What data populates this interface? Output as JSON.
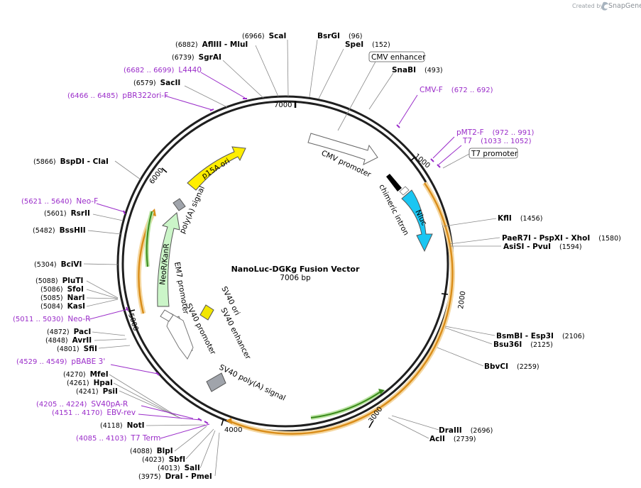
{
  "credit": {
    "prefix": "Created by",
    "brand": "SnapGene"
  },
  "map": {
    "title": "NanoLuc-DGKg Fusion Vector",
    "length_label": "7006 bp",
    "total_bp": 7006,
    "ticks": [
      "1000",
      "2000",
      "3000",
      "4000",
      "5000",
      "6000",
      "7000"
    ]
  },
  "features": [
    {
      "id": "cmv-promoter",
      "label": "CMV promoter",
      "color": "#ffffff"
    },
    {
      "id": "chimeric-intron",
      "label": "chimeric intron",
      "color": "#000000"
    },
    {
      "id": "nluc",
      "label": "Nluc",
      "color": "#1ac6f2"
    },
    {
      "id": "sv40-polya",
      "label": "SV40 poly(A) signal",
      "color": "#a0a4ab"
    },
    {
      "id": "sv40-promoter",
      "label": "SV40 promoter",
      "color": "#ffffff"
    },
    {
      "id": "sv40-enhancer",
      "label": "SV40 enhancer",
      "color": "#ffffff"
    },
    {
      "id": "sv40-ori",
      "label": "SV40 ori",
      "color": "#f2e600"
    },
    {
      "id": "em7-promoter",
      "label": "EM7 promoter",
      "color": "#ffffff"
    },
    {
      "id": "neor-kanr",
      "label": "NeoR/KanR",
      "color": "#cbf5c8"
    },
    {
      "id": "polya-signal",
      "label": "poly(A) signal",
      "color": "#a0a4ab"
    },
    {
      "id": "p15a-ori",
      "label": "p15A ori",
      "color": "#ffee00"
    }
  ],
  "boxed_labels": [
    {
      "id": "cmv-enhancer",
      "label": "CMV enhancer"
    },
    {
      "id": "t7-promoter",
      "label": "T7 promoter"
    }
  ],
  "sites": [
    {
      "id": "scai",
      "name": "ScaI",
      "pos": "(6966)"
    },
    {
      "id": "bsrgi",
      "name": "BsrGI",
      "pos": "(96)"
    },
    {
      "id": "spei",
      "name": "SpeI",
      "pos": "(152)"
    },
    {
      "id": "snabi",
      "name": "SnaBI",
      "pos": "(493)"
    },
    {
      "id": "afliii",
      "name": "AflIII  - MluI",
      "pos": "(6882)"
    },
    {
      "id": "sgrai",
      "name": "SgrAI",
      "pos": "(6739)"
    },
    {
      "id": "sacii",
      "name": "SacII",
      "pos": "(6579)"
    },
    {
      "id": "bspdi",
      "name": "BspDI  - ClaI",
      "pos": "(5866)"
    },
    {
      "id": "rsrii",
      "name": "RsrII",
      "pos": "(5601)"
    },
    {
      "id": "bsshii",
      "name": "BssHII",
      "pos": "(5482)"
    },
    {
      "id": "bcivi",
      "name": "BciVI",
      "pos": "(5304)"
    },
    {
      "id": "pluti",
      "name": "PluTI",
      "pos": "(5088)"
    },
    {
      "id": "sfoi",
      "name": "SfoI",
      "pos": "(5086)"
    },
    {
      "id": "nari",
      "name": "NarI",
      "pos": "(5085)"
    },
    {
      "id": "kasi",
      "name": "KasI",
      "pos": "(5084)"
    },
    {
      "id": "paci",
      "name": "PacI",
      "pos": "(4872)"
    },
    {
      "id": "avrii",
      "name": "AvrII",
      "pos": "(4848)"
    },
    {
      "id": "sfii",
      "name": "SfiI",
      "pos": "(4801)"
    },
    {
      "id": "mfei",
      "name": "MfeI",
      "pos": "(4270)"
    },
    {
      "id": "hpai",
      "name": "HpaI",
      "pos": "(4261)"
    },
    {
      "id": "psii",
      "name": "PsiI",
      "pos": "(4241)"
    },
    {
      "id": "noti",
      "name": "NotI",
      "pos": "(4118)"
    },
    {
      "id": "blpi",
      "name": "BlpI",
      "pos": "(4088)"
    },
    {
      "id": "sbfi",
      "name": "SbfI",
      "pos": "(4023)"
    },
    {
      "id": "sali",
      "name": "SalI",
      "pos": "(4013)"
    },
    {
      "id": "drai",
      "name": "DraI  - PmeI",
      "pos": "(3975)"
    },
    {
      "id": "kfli",
      "name": "KflI",
      "pos": "(1456)"
    },
    {
      "id": "paer7i",
      "name": "PaeR7I  - PspXI  - XhoI",
      "pos": "(1580)"
    },
    {
      "id": "asisi",
      "name": "AsiSI  - PvuI",
      "pos": "(1594)"
    },
    {
      "id": "bsmbi",
      "name": "BsmBI  - Esp3I",
      "pos": "(2106)"
    },
    {
      "id": "bsu36i",
      "name": "Bsu36I",
      "pos": "(2125)"
    },
    {
      "id": "bbvci",
      "name": "BbvCI",
      "pos": "(2259)"
    },
    {
      "id": "draiii",
      "name": "DraIII",
      "pos": "(2696)"
    },
    {
      "id": "acli",
      "name": "AclI",
      "pos": "(2739)"
    }
  ],
  "primers": [
    {
      "id": "l4440",
      "name": "L4440",
      "range": "(6682 .. 6699)"
    },
    {
      "id": "pbr322ori-f",
      "name": "pBR322ori-F",
      "range": "(6466 .. 6485)"
    },
    {
      "id": "cmv-f",
      "name": "CMV-F",
      "range": "(672 .. 692)"
    },
    {
      "id": "pmt2-f",
      "name": "pMT2-F",
      "range": "(972 .. 991)"
    },
    {
      "id": "t7",
      "name": "T7",
      "range": "(1033 .. 1052)"
    },
    {
      "id": "neo-f",
      "name": "Neo-F",
      "range": "(5621 .. 5640)"
    },
    {
      "id": "neo-r",
      "name": "Neo-R",
      "range": "(5011 .. 5030)"
    },
    {
      "id": "pbabe3",
      "name": "pBABE 3'",
      "range": "(4529 .. 4549)"
    },
    {
      "id": "sv40pa-r",
      "name": "SV40pA-R",
      "range": "(4205 .. 4224)"
    },
    {
      "id": "ebv-rev",
      "name": "EBV-rev",
      "range": "(4151 .. 4170)"
    },
    {
      "id": "t7-term",
      "name": "T7 Term",
      "range": "(4085 .. 4103)"
    }
  ]
}
